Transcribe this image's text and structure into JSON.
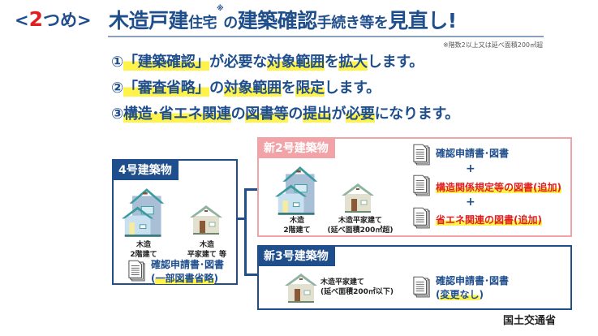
{
  "header": {
    "tag_prefix": "<",
    "tag_number": "2",
    "tag_suffix": "つめ>",
    "title_part1": "木造戸建",
    "title_small1": "住宅",
    "title_mark": "※",
    "title_part2": "の",
    "title_part3": "建築確認",
    "title_small2": "手続き等を",
    "title_part4": "見直し!",
    "note": "※階数2以上又は延べ面積200㎡超"
  },
  "points": [
    {
      "num": "①",
      "segs": [
        [
          "「建築確認」",
          true
        ],
        [
          "が必要な",
          false
        ],
        [
          "対象範囲",
          true
        ],
        [
          "を",
          false
        ],
        [
          "拡大",
          true
        ],
        [
          "します。",
          false
        ]
      ]
    },
    {
      "num": "②",
      "segs": [
        [
          "「審査省略」",
          true
        ],
        [
          "の",
          false
        ],
        [
          "対象範囲",
          true
        ],
        [
          "を",
          false
        ],
        [
          "限定",
          true
        ],
        [
          "します。",
          false
        ]
      ]
    },
    {
      "num": "③",
      "segs": [
        [
          "構造･省エネ関連",
          true
        ],
        [
          "の",
          false
        ],
        [
          "図書等",
          true
        ],
        [
          "の",
          false
        ],
        [
          "提出",
          true
        ],
        [
          "が",
          false
        ],
        [
          "必要",
          true
        ],
        [
          "になります。",
          false
        ]
      ]
    }
  ],
  "current": {
    "label": "4号建築物",
    "house1": "木造\n2階建て",
    "house2": "木造\n平家建て 等",
    "doc1": "確認申請書･図書",
    "doc2_open": "(",
    "doc2": "一部図書省略",
    "doc2_close": ")"
  },
  "new2": {
    "label": "新2号建築物",
    "house1": "木造\n2階建て",
    "house2": "木造平家建て\n(延べ面積200㎡超)",
    "doc1": "確認申請書･図書",
    "plus": "+",
    "doc2": "構造関係規定等の図書(追加)",
    "doc3": "省エネ関連の図書(追加)"
  },
  "new3": {
    "label": "新3号建築物",
    "house1": "木造平家建て\n(延べ面積200㎡以下)",
    "doc1": "確認申請書･図書",
    "doc2_open": "(",
    "doc2": "変更なし",
    "doc2_close": ")"
  },
  "footer": "国土交通省",
  "colors": {
    "brand": "#1f4e8c",
    "pink": "#f2a3a8",
    "highlight": "#fff24a",
    "red": "#e02020"
  }
}
